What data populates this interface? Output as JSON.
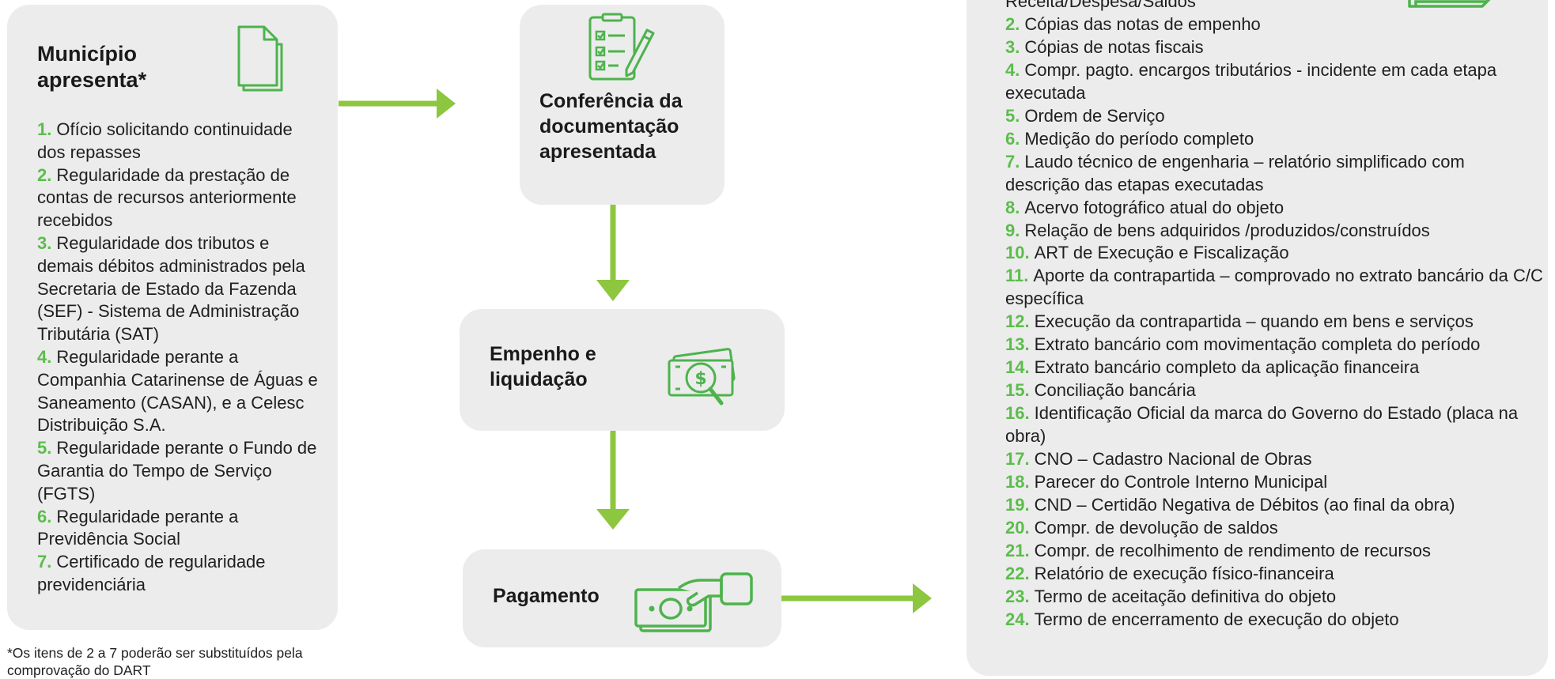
{
  "municipio": {
    "title": "Município apresenta*",
    "icon": "document-icon",
    "items": [
      {
        "num": "1.",
        "text": "Ofício solicitando continuidade dos repasses"
      },
      {
        "num": "2.",
        "text": "Regularidade da prestação de contas de recursos anteriormente recebidos"
      },
      {
        "num": "3.",
        "text": "Regularidade dos tributos e demais débitos administrados pela Secretaria de Estado da Fazenda (SEF) - Sistema de Administração Tributária (SAT)"
      },
      {
        "num": "4.",
        "text": "Regularidade perante a Companhia Catarinense de Águas e Saneamento (CASAN), e a Celesc Distribuição S.A."
      },
      {
        "num": "5.",
        "text": "Regularidade perante o Fundo de Garantia do Tempo de Serviço (FGTS)"
      },
      {
        "num": "6.",
        "text": "Regularidade perante a Previdência Social"
      },
      {
        "num": "7.",
        "text": "Certificado de regularidade previdenciária"
      }
    ]
  },
  "footnote": "*Os itens de 2 a 7 poderão ser substituídos pela comprovação do DART",
  "conferencia": {
    "title": "Conferência da documentação apresentada",
    "icon": "checklist-pen-icon"
  },
  "empenho": {
    "title": "Empenho e liquidação",
    "icon": "money-magnifier-icon"
  },
  "pagamento": {
    "title": "Pagamento",
    "icon": "hand-money-icon"
  },
  "docs": {
    "partial_top_line": "Receita/Despesa/Saldos",
    "items": [
      {
        "num": "2.",
        "text": "Cópias das notas de empenho"
      },
      {
        "num": "3.",
        "text": "Cópias de notas fiscais"
      },
      {
        "num": "4.",
        "text": "Compr. pagto. encargos tributários - incidente em cada etapa executada"
      },
      {
        "num": "5.",
        "text": "Ordem de Serviço"
      },
      {
        "num": "6.",
        "text": "Medição do período completo"
      },
      {
        "num": "7.",
        "text": "Laudo técnico de engenharia – relatório simplificado com descrição das etapas executadas"
      },
      {
        "num": "8.",
        "text": "Acervo fotográfico atual do objeto"
      },
      {
        "num": "9.",
        "text": "Relação de bens adquiridos /produzidos/construídos"
      },
      {
        "num": "10.",
        "text": "ART de Execução e Fiscalização"
      },
      {
        "num": "11.",
        "text": "Aporte da contrapartida – comprovado no extrato bancário da C/C específica"
      },
      {
        "num": "12.",
        "text": "Execução da contrapartida – quando em bens e serviços"
      },
      {
        "num": "13.",
        "text": "Extrato bancário com movimentação completa do período"
      },
      {
        "num": "14.",
        "text": "Extrato bancário completo da aplicação financeira"
      },
      {
        "num": "15.",
        "text": "Conciliação bancária"
      },
      {
        "num": "16.",
        "text": "Identificação Oficial da marca do Governo do Estado (placa na obra)"
      },
      {
        "num": "17.",
        "text": "CNO – Cadastro Nacional de Obras"
      },
      {
        "num": "18.",
        "text": "Parecer do Controle Interno Municipal"
      },
      {
        "num": "19.",
        "text": "CND – Certidão Negativa de Débitos  (ao final da obra)"
      },
      {
        "num": "20.",
        "text": "Compr. de devolução de saldos"
      },
      {
        "num": "21.",
        "text": "Compr. de recolhimento de rendimento de recursos"
      },
      {
        "num": "22.",
        "text": "Relatório de execução físico-financeira"
      },
      {
        "num": "23.",
        "text": "Termo de aceitação definitiva do objeto"
      },
      {
        "num": "24.",
        "text": "Termo de encerramento de execução do objeto"
      }
    ]
  },
  "colors": {
    "accent_green": "#8dc63f",
    "number_green": "#5bbd4b",
    "icon_green": "#4db34d",
    "box_gray": "#ececec"
  }
}
